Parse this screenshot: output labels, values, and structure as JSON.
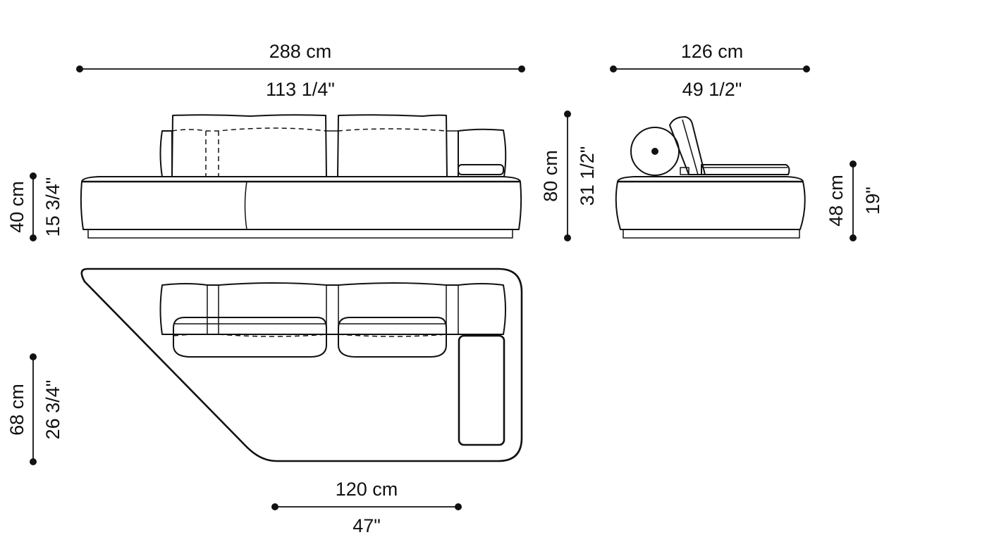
{
  "drawing": {
    "subject": "Modular sofa with backrest cushions, bolster and chaise cushion",
    "views": [
      "front-elevation",
      "side-elevation",
      "top-plan"
    ]
  },
  "dimensions": {
    "overall_width": {
      "metric": "288 cm",
      "imperial": "113 1/4\""
    },
    "depth": {
      "metric": "126 cm",
      "imperial": "49 1/2\""
    },
    "seat_height": {
      "metric": "40 cm",
      "imperial": "15 3/4\""
    },
    "overall_height": {
      "metric": "80 cm",
      "imperial": "31 1/2\""
    },
    "side_seat_height": {
      "metric": "48 cm",
      "imperial": "19\""
    },
    "angled_depth": {
      "metric": "68 cm",
      "imperial": "26 3/4\""
    },
    "bottom_width": {
      "metric": "120 cm",
      "imperial": "47\""
    }
  },
  "colors": {
    "line": "#111111",
    "background": "#ffffff"
  }
}
